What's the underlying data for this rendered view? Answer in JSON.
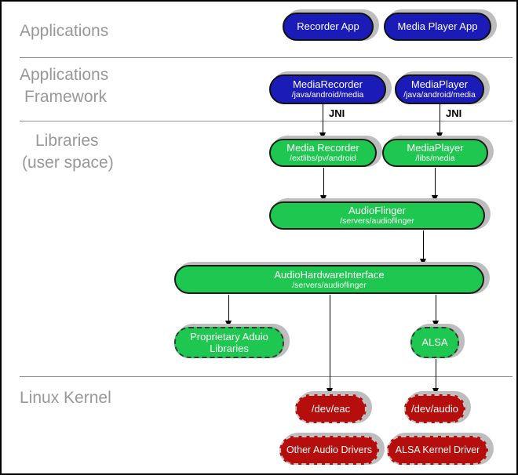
{
  "sections": {
    "applications": {
      "label": "Applications"
    },
    "applications_framework": {
      "line1": "Applications",
      "line2": "Framework"
    },
    "libraries": {
      "line1": "Libraries",
      "line2": "(user space)"
    },
    "linux_kernel": {
      "label": "Linux Kernel"
    }
  },
  "nodes": {
    "recorder_app": {
      "title": "Recorder App"
    },
    "media_player_app": {
      "title": "Media Player App"
    },
    "media_recorder_framework": {
      "title": "MediaRecorder",
      "sub": "/java/android/media"
    },
    "media_player_framework": {
      "title": "MediaPlayer",
      "sub": "/java/android/media"
    },
    "media_recorder_lib": {
      "title": "Media Recorder",
      "sub": "/extlibs/pv/android"
    },
    "media_player_lib": {
      "title": "MediaPlayer",
      "sub": "/libs/media"
    },
    "audio_flinger": {
      "title": "AudioFlinger",
      "sub": "/servers/audioflinger"
    },
    "audio_hardware_interface": {
      "title": "AudioHardwareInterface",
      "sub": "/servers/audioflinger"
    },
    "proprietary_audio_libraries": {
      "title": "Proprietary Aduio",
      "title2": "Libraries"
    },
    "alsa": {
      "title": "ALSA"
    },
    "dev_eac": {
      "title": "/dev/eac"
    },
    "dev_audio": {
      "title": "/dev/audio"
    },
    "other_audio_drivers": {
      "title": "Other Audio Drivers"
    },
    "alsa_kernel_driver": {
      "title": "ALSA Kernel Driver"
    }
  },
  "edge_labels": {
    "jni_left": "JNI",
    "jni_right": "JNI"
  },
  "colors": {
    "blue": "#1b1bb7",
    "green": "#1ec850",
    "red": "#b60d0d",
    "label_gray": "#989898",
    "shadow": "#bdbdbd"
  }
}
